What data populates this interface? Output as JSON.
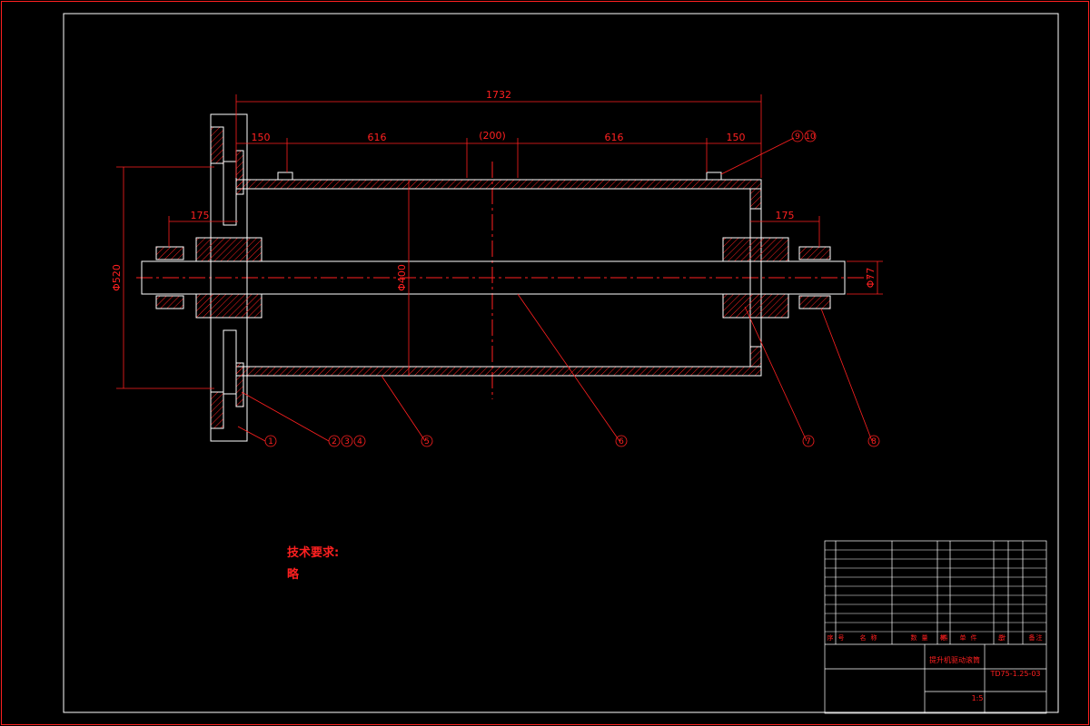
{
  "colors": {
    "background": "#000000",
    "outline": "#ffffff",
    "frame": "#ff2020",
    "dimension": "#ff2020",
    "hatch": "#ff2020",
    "centerline": "#ff2020"
  },
  "dimensions": {
    "total_length": "1732",
    "seg_left_150": "150",
    "seg_left_616": "616",
    "seg_mid": "(200)",
    "seg_right_616": "616",
    "seg_right_150": "150",
    "left_175": "175",
    "right_175": "175",
    "flange_dia": "Φ520",
    "drum_dia": "Φ400",
    "shaft_dia": "Φ77"
  },
  "balloons": {
    "b1": "1",
    "b2": "2",
    "b3": "3",
    "b4": "4",
    "b5": "5",
    "b6": "6",
    "b7": "7",
    "b8": "8",
    "b9": "9",
    "b10": "10"
  },
  "technical_notes": {
    "title": "技术要求:",
    "body": "略"
  },
  "title_block": {
    "parts_header": [
      "序",
      "号",
      "名",
      "称",
      "数",
      "量",
      "材",
      "料",
      "单",
      "件",
      "总",
      "计",
      "备",
      "注"
    ],
    "assembly_name": "提升机驱动滚筒",
    "drawing_number": "TD75-1.25-03",
    "scale": "1:5"
  }
}
